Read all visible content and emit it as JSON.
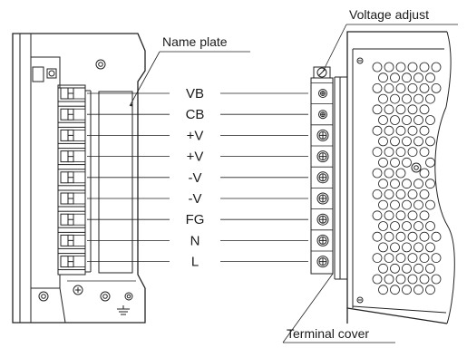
{
  "callouts": {
    "name_plate": "Name plate",
    "voltage_adjust": "Voltage adjust",
    "terminal_cover": "Terminal cover"
  },
  "terminals": [
    "VB",
    "CB",
    "+V",
    "+V",
    "-V",
    "-V",
    "FG",
    "N",
    "L"
  ],
  "icons": {
    "screw": "screw-icon",
    "ground": "ground-icon"
  }
}
